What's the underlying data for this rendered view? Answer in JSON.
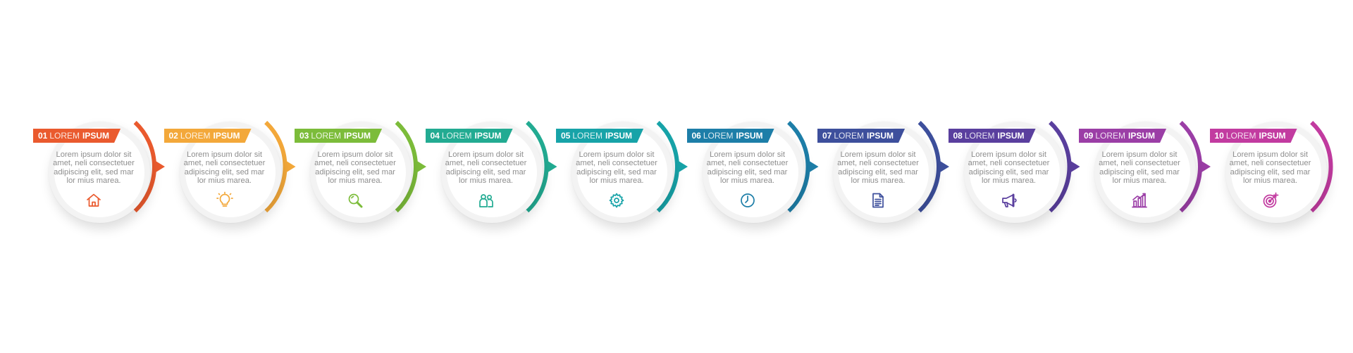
{
  "steps": [
    {
      "number": "01",
      "title_light": "LOREM",
      "title_bold": "IPSUM",
      "text": "Lorem ipsum dolor sit\namet, neli consectetuer\nadipiscing elit, sed mar\nlor mius marea.",
      "icon": "home-icon",
      "color": "#ea5a2e"
    },
    {
      "number": "02",
      "title_light": "LOREM",
      "title_bold": "IPSUM",
      "text": "Lorem ipsum dolor sit\namet, neli consectetuer\nadipiscing elit, sed mar\nlor mius marea.",
      "icon": "lightbulb-icon",
      "color": "#f3a83a"
    },
    {
      "number": "03",
      "title_light": "LOREM",
      "title_bold": "IPSUM",
      "text": "Lorem ipsum dolor sit\namet, neli consectetuer\nadipiscing elit, sed mar\nlor mius marea.",
      "icon": "search-icon",
      "color": "#7cbc3a"
    },
    {
      "number": "04",
      "title_light": "LOREM",
      "title_bold": "IPSUM",
      "text": "Lorem ipsum dolor sit\namet, neli consectetuer\nadipiscing elit, sed mar\nlor mius marea.",
      "icon": "users-icon",
      "color": "#22ab92"
    },
    {
      "number": "05",
      "title_light": "LOREM",
      "title_bold": "IPSUM",
      "text": "Lorem ipsum dolor sit\namet, neli consectetuer\nadipiscing elit, sed mar\nlor mius marea.",
      "icon": "gear-icon",
      "color": "#17a3a8"
    },
    {
      "number": "06",
      "title_light": "LOREM",
      "title_bold": "IPSUM",
      "text": "Lorem ipsum dolor sit\namet, neli consectetuer\nadipiscing elit, sed mar\nlor mius marea.",
      "icon": "clock-icon",
      "color": "#1d7ea8"
    },
    {
      "number": "07",
      "title_light": "LOREM",
      "title_bold": "IPSUM",
      "text": "Lorem ipsum dolor sit\namet, neli consectetuer\nadipiscing elit, sed mar\nlor mius marea.",
      "icon": "document-icon",
      "color": "#3d4f9c"
    },
    {
      "number": "08",
      "title_light": "LOREM",
      "title_bold": "IPSUM",
      "text": "Lorem ipsum dolor sit\namet, neli consectetuer\nadipiscing elit, sed mar\nlor mius marea.",
      "icon": "megaphone-icon",
      "color": "#5a3f9e"
    },
    {
      "number": "09",
      "title_light": "LOREM",
      "title_bold": "IPSUM",
      "text": "Lorem ipsum dolor sit\namet, neli consectetuer\nadipiscing elit, sed mar\nlor mius marea.",
      "icon": "bar-chart-icon",
      "color": "#9b3ea6"
    },
    {
      "number": "10",
      "title_light": "LOREM",
      "title_bold": "IPSUM",
      "text": "Lorem ipsum dolor sit\namet, neli consectetuer\nadipiscing elit, sed mar\nlor mius marea.",
      "icon": "target-icon",
      "color": "#c23ba0"
    }
  ]
}
